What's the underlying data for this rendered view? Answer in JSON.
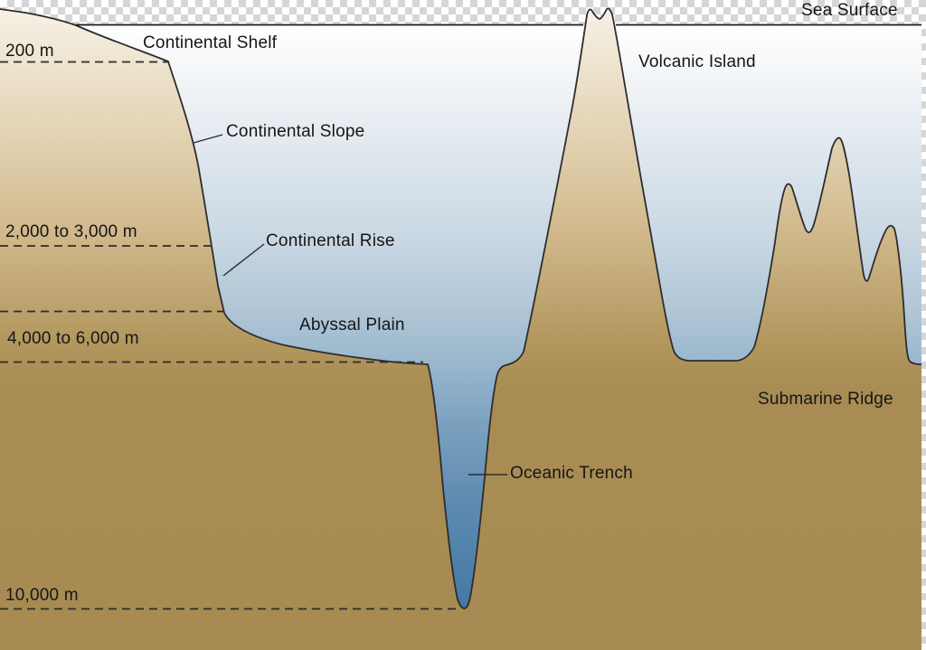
{
  "title": "Ocean floor cross-section diagram",
  "labels": {
    "sea_surface": "Sea Surface",
    "continental_shelf": "Continental Shelf",
    "depth_200": "200 m",
    "continental_slope": "Continental Slope",
    "depth_2000_3000": "2,000 to 3,000 m",
    "continental_rise": "Continental Rise",
    "abyssal_plain": "Abyssal Plain",
    "depth_4000_6000": "4,000 to 6,000 m",
    "volcanic_island": "Volcanic Island",
    "oceanic_trench": "Oceanic Trench",
    "submarine_ridge": "Submarine Ridge",
    "depth_10000": "10,000 m"
  },
  "features": [
    {
      "name": "Continental Shelf",
      "depth_label": "200 m"
    },
    {
      "name": "Continental Slope",
      "depth_label": ""
    },
    {
      "name": "Continental Rise",
      "depth_label": "2,000 to 3,000 m"
    },
    {
      "name": "Abyssal Plain",
      "depth_label": "4,000 to 6,000 m"
    },
    {
      "name": "Oceanic Trench",
      "depth_label": "10,000 m"
    },
    {
      "name": "Volcanic Island",
      "depth_label": ""
    },
    {
      "name": "Submarine Ridge",
      "depth_label": ""
    }
  ],
  "depth_markers": [
    {
      "label": "200 m",
      "depth_m_min": 200,
      "depth_m_max": 200
    },
    {
      "label": "2,000 to 3,000 m",
      "depth_m_min": 2000,
      "depth_m_max": 3000
    },
    {
      "label": "4,000 to 6,000 m",
      "depth_m_min": 4000,
      "depth_m_max": 6000
    },
    {
      "label": "10,000 m",
      "depth_m_min": 10000,
      "depth_m_max": 10000
    }
  ],
  "colors": {
    "land_top": "#f8f3e9",
    "land_deep": "#a78b53",
    "water_surface": "#ffffff",
    "water_deep": "#4379a4",
    "outline": "#2d2d2d",
    "checker_gray": "#d6d6d6"
  }
}
